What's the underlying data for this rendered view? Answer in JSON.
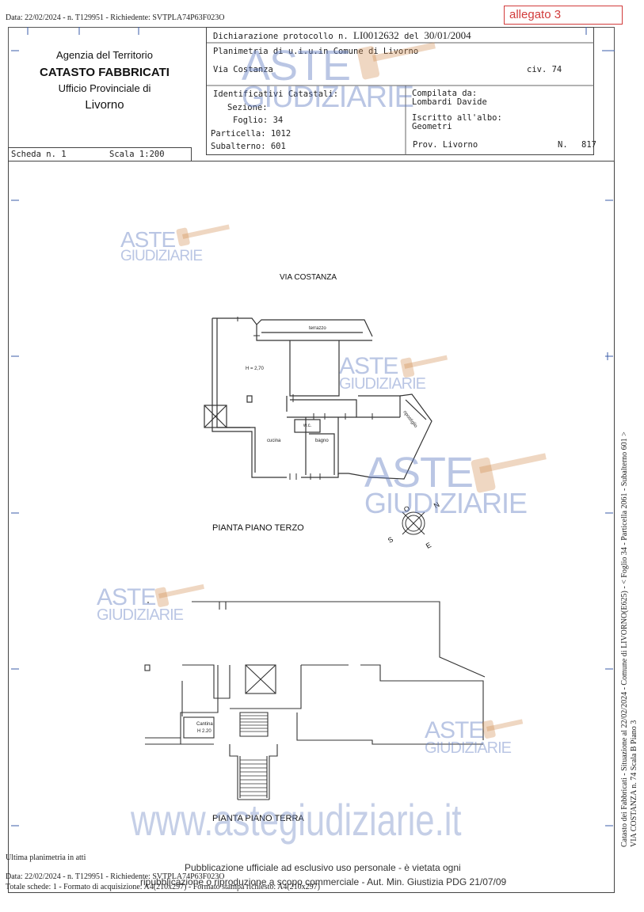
{
  "top_stamp": "Data: 22/02/2024 - n. T129951 - Richiedente: SVTPLA74P63F023O",
  "annex_label": "allegato 3",
  "agency": {
    "line1": "Agenzia del Territorio",
    "line2": "CATASTO FABBRICATI",
    "line3": "Ufficio Provinciale di",
    "line4": "Livorno"
  },
  "header": {
    "protocol_label": "Dichiarazione protocollo n.",
    "protocol_number": "LI0012632",
    "protocol_del": "del",
    "protocol_date": "30/01/2004",
    "plan_line": "Planimetria di u.i.u.in Comune di Livorno",
    "street": "Via Costanza",
    "civ": "civ. 74",
    "ident_title": "Identificativi Catastali:",
    "sezione": "Sezione:",
    "foglio": "Foglio: 34",
    "particella": "Particella: 1012",
    "subalterno": "Subalterno: 601",
    "compiled_label": "Compilata da:",
    "compiled_name": "Lombardi Davide",
    "albo_label": "Iscritto all'albo:",
    "albo_value": "Geometri",
    "prov_label": "Prov. Livorno",
    "n_label": "N.",
    "n_value": "817"
  },
  "scheda": "Scheda n. 1",
  "scala": "Scala 1:200",
  "plan": {
    "street_label": "VIA COSTANZA",
    "terrazzo": "terrazzo",
    "height": "H = 2,70",
    "cucina": "cucina",
    "wc": "w.c.",
    "bagno": "bagno",
    "ripostiglio": "ripostiglio",
    "floor3_title": "PIANTA PIANO TERZO",
    "cantina": "Cantina",
    "cantina_h": "H 2.20",
    "ground_title": "PIANTA PIANO TERRA",
    "compass_o": "O",
    "compass_n": "N",
    "compass_s": "S",
    "compass_e": "E"
  },
  "side_text_1": "Catasto dei Fabbricati - Situazione al 22/02/2024 - Comune di LIVORNO(E625) - < Foglio 34 - Particella 2061 - Subalterno 601 >",
  "side_text_2": "VIA COSTANZA n. 74 Scala B Piano 3",
  "watermark_brand": "ASTE",
  "watermark_sub": "GIUDIZIARIE",
  "watermark_url": "www.astegiudiziarie.it",
  "bottom_notice_1": "Pubblicazione ufficiale ad esclusivo uso personale - è vietata ogni",
  "bottom_notice_2": "ripubblicazione o riproduzione a scopo commerciale - Aut. Min. Giustizia PDG 21/07/09",
  "footer": {
    "last_plan": "Ultima planimetria in atti",
    "data_line": "Data: 22/02/2024 - n. T129951 - Richiedente: SVTPLA74P63F023O",
    "totale_line": "Totale schede: 1 - Formato di acquisizione: A4(210x297) - Formato stampa richiesto: A4(210x297)"
  }
}
